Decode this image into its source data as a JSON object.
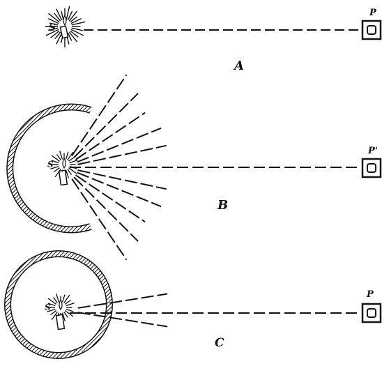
{
  "colors": {
    "ink": "#111111",
    "background": "#ffffff"
  },
  "panels": [
    {
      "id": "A",
      "caption": "A",
      "source_mark": "S",
      "target_mark": "P",
      "reflector": "none",
      "description_icons": [
        "candle-icon",
        "screen-icon"
      ]
    },
    {
      "id": "B",
      "caption": "B",
      "source_mark": "S",
      "target_mark": "P'",
      "reflector": "broken-ring"
    },
    {
      "id": "C",
      "caption": "C",
      "source_mark": "S",
      "target_mark": "P",
      "reflector": "closed-ring"
    }
  ]
}
